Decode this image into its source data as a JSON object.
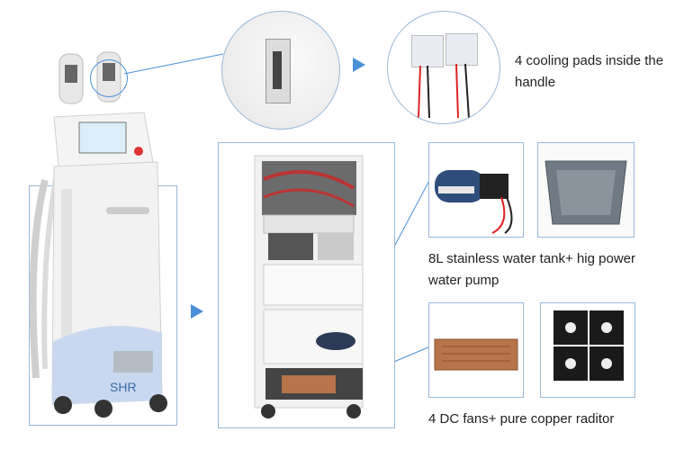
{
  "machine": {
    "label": "SHR"
  },
  "captions": {
    "cooling_pads": "4 cooling pads inside the handle",
    "water_tank": "8L stainless water tank+ hig power water pump",
    "fans": "4 DC fans+ pure copper raditor"
  },
  "colors": {
    "accent_blue": "#4a90d9",
    "panel_border": "#9ab8d8",
    "machine_body": "#f2f2f2",
    "machine_base": "#c9d8ef"
  }
}
